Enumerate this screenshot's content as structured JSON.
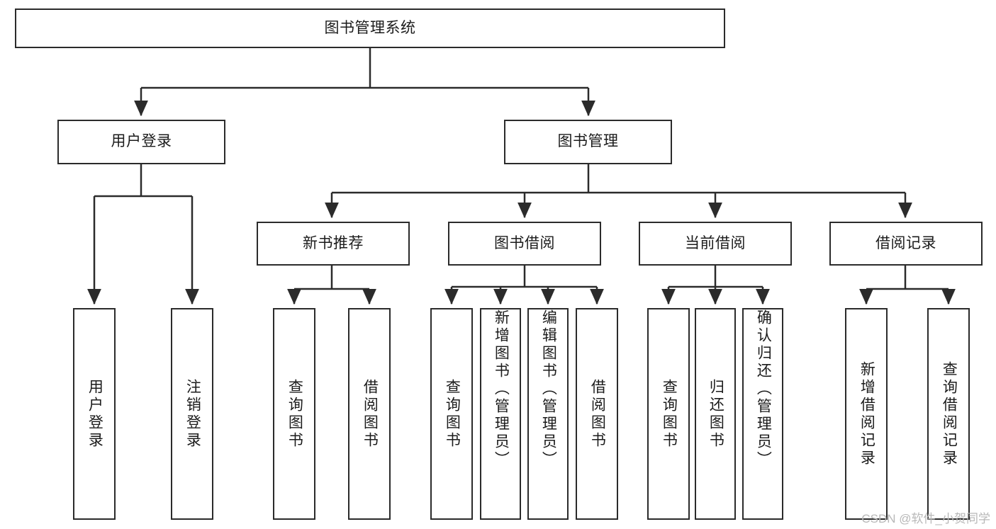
{
  "diagram": {
    "title": "图书管理系统",
    "type": "hierarchy-tree",
    "root": {
      "id": "root",
      "label": "图书管理系统"
    },
    "level1": [
      {
        "id": "user-login",
        "label": "用户登录"
      },
      {
        "id": "book-manage",
        "label": "图书管理"
      }
    ],
    "level2": [
      {
        "id": "new-book-recommend",
        "label": "新书推荐",
        "parent": "book-manage"
      },
      {
        "id": "book-borrow",
        "label": "图书借阅",
        "parent": "book-manage"
      },
      {
        "id": "current-borrow",
        "label": "当前借阅",
        "parent": "book-manage"
      },
      {
        "id": "borrow-record",
        "label": "借阅记录",
        "parent": "book-manage"
      }
    ],
    "leaves": [
      {
        "id": "leaf-user-login",
        "label": "用户登录",
        "parent": "user-login"
      },
      {
        "id": "leaf-logout-login",
        "label": "注销登录",
        "parent": "user-login"
      },
      {
        "id": "leaf-query-book-1",
        "label": "查询图书",
        "parent": "new-book-recommend"
      },
      {
        "id": "leaf-borrow-book-1",
        "label": "借阅图书",
        "parent": "new-book-recommend"
      },
      {
        "id": "leaf-query-book-2",
        "label": "查询图书",
        "parent": "book-borrow"
      },
      {
        "id": "leaf-add-book",
        "label": "新增图书（管理员）",
        "parent": "book-borrow"
      },
      {
        "id": "leaf-edit-book",
        "label": "编辑图书（管理员）",
        "parent": "book-borrow"
      },
      {
        "id": "leaf-borrow-book-2",
        "label": "借阅图书",
        "parent": "book-borrow"
      },
      {
        "id": "leaf-query-book-3",
        "label": "查询图书",
        "parent": "current-borrow"
      },
      {
        "id": "leaf-return-book",
        "label": "归还图书",
        "parent": "current-borrow"
      },
      {
        "id": "leaf-confirm-return",
        "label": "确认归还（管理员）",
        "parent": "current-borrow"
      },
      {
        "id": "leaf-add-record",
        "label": "新增借阅记录",
        "parent": "borrow-record"
      },
      {
        "id": "leaf-query-record",
        "label": "查询借阅记录",
        "parent": "borrow-record"
      }
    ],
    "colors": {
      "stroke": "#2b2b2b",
      "background": "#ffffff",
      "text": "#1b1b1b",
      "watermark": "#b8b8b8"
    }
  },
  "watermark": {
    "text": "CSDN @软件_小贺同学"
  }
}
